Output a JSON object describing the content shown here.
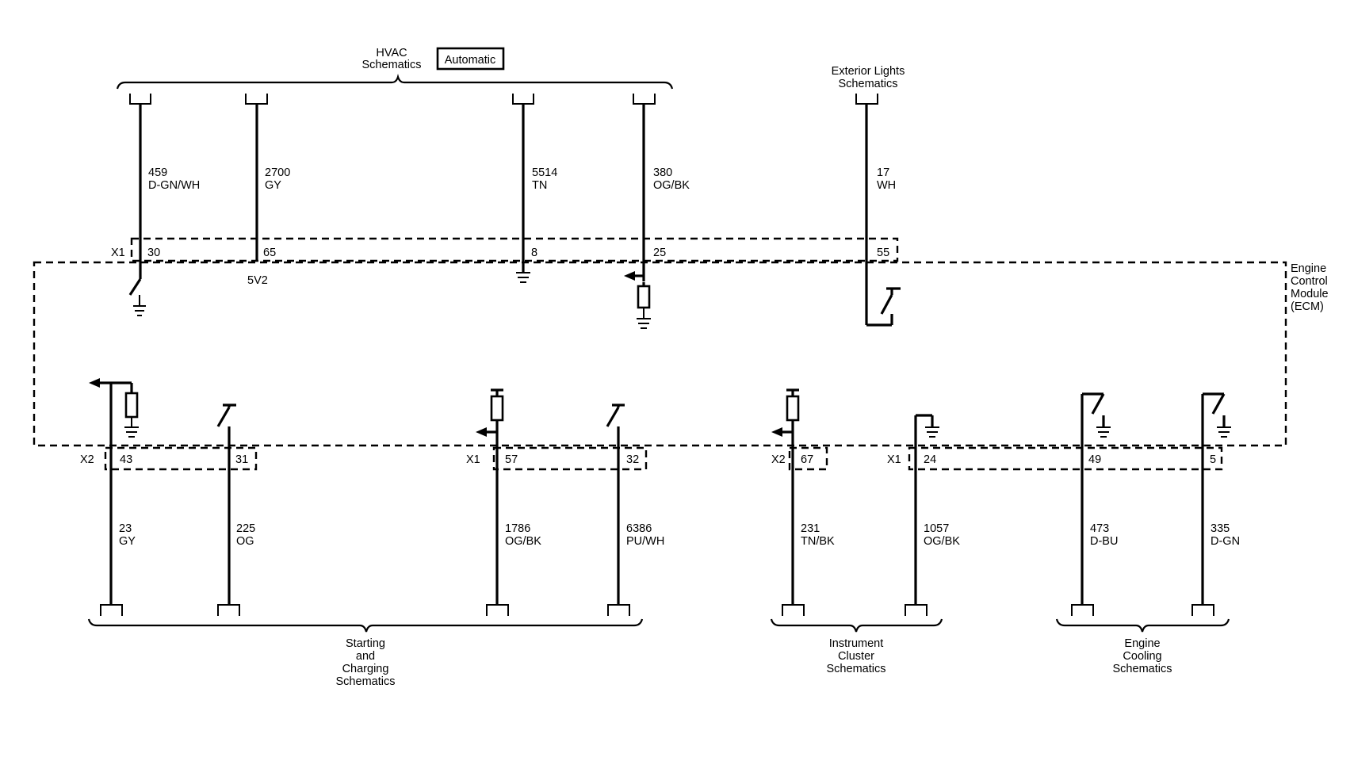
{
  "module": {
    "label_lines": [
      "Engine",
      "Control",
      "Module",
      "(ECM)"
    ]
  },
  "groups": {
    "hvac": {
      "lines": [
        "HVAC",
        "Schematics"
      ],
      "badge": "Automatic"
    },
    "exterior": {
      "lines": [
        "Exterior Lights",
        "Schematics"
      ]
    },
    "starting": {
      "lines": [
        "Starting",
        "and",
        "Charging",
        "Schematics"
      ]
    },
    "instrument": {
      "lines": [
        "Instrument",
        "Cluster",
        "Schematics"
      ]
    },
    "cooling": {
      "lines": [
        "Engine",
        "Cooling",
        "Schematics"
      ]
    }
  },
  "connectors": {
    "top_x1": "X1",
    "bottom_left_x2": "X2",
    "bottom_mid_x1": "X1",
    "bottom_right_x2": "X2",
    "bottom_right_x1": "X1"
  },
  "ref_voltage": "5V2",
  "top_wires": [
    {
      "circuit": "459",
      "color": "D-GN/WH",
      "pin": "30"
    },
    {
      "circuit": "2700",
      "color": "GY",
      "pin": "65"
    },
    {
      "circuit": "5514",
      "color": "TN",
      "pin": "8"
    },
    {
      "circuit": "380",
      "color": "OG/BK",
      "pin": "25"
    },
    {
      "circuit": "17",
      "color": "WH",
      "pin": "55"
    }
  ],
  "bottom_wires": [
    {
      "circuit": "23",
      "color": "GY",
      "pin": "43"
    },
    {
      "circuit": "225",
      "color": "OG",
      "pin": "31"
    },
    {
      "circuit": "1786",
      "color": "OG/BK",
      "pin": "57"
    },
    {
      "circuit": "6386",
      "color": "PU/WH",
      "pin": "32"
    },
    {
      "circuit": "231",
      "color": "TN/BK",
      "pin": "67"
    },
    {
      "circuit": "1057",
      "color": "OG/BK",
      "pin": "24"
    },
    {
      "circuit": "473",
      "color": "D-BU",
      "pin": "49"
    },
    {
      "circuit": "335",
      "color": "D-GN",
      "pin": "5"
    }
  ]
}
